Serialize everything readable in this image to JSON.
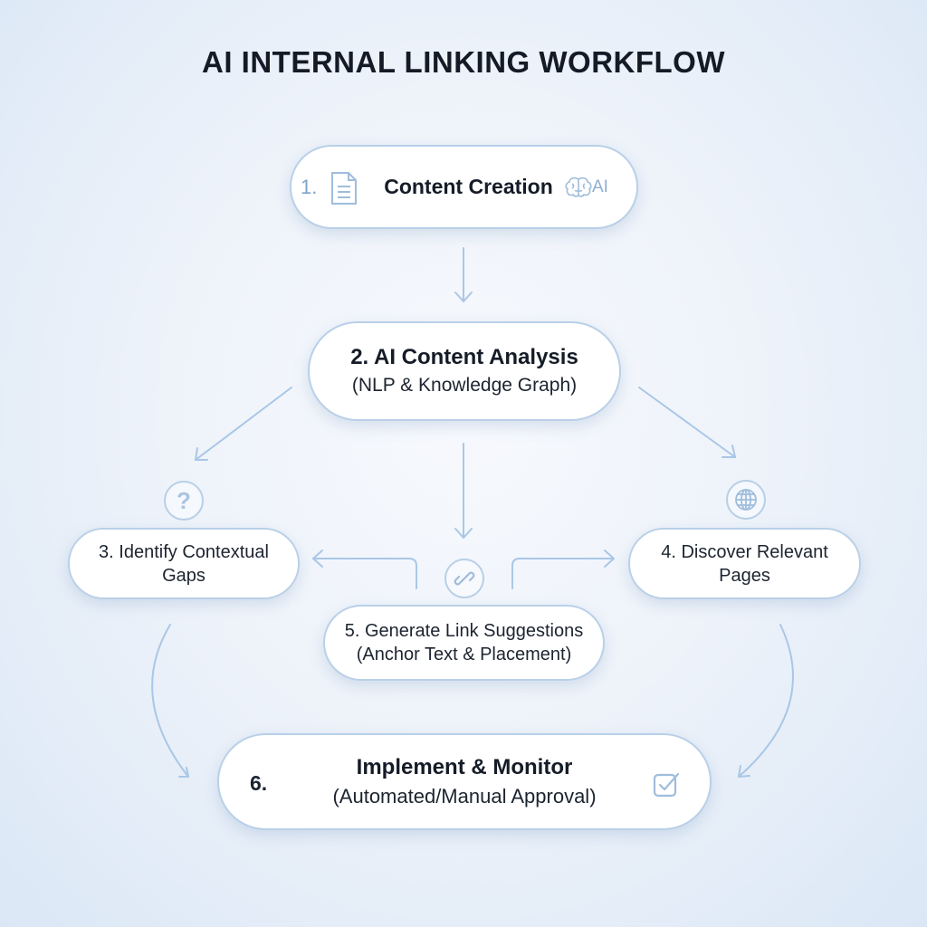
{
  "title": "AI INTERNAL LINKING WORKFLOW",
  "colors": {
    "accent": "#a9c7e6",
    "node_border": "#b9d0e8",
    "text": "#151c27",
    "icon": "#8eaed0"
  },
  "nodes": [
    {
      "number": "1.",
      "label": "Content Creation",
      "badge": "AI",
      "icons": [
        "document-icon",
        "brain-icon"
      ]
    },
    {
      "title": "2. AI Content Analysis",
      "subtitle": "(NLP & Knowledge Graph)"
    },
    {
      "line1": "3. Identify Contextual",
      "line2": "Gaps",
      "icon": "question-icon"
    },
    {
      "line1": "4. Discover Relevant",
      "line2": "Pages",
      "icon": "globe-icon"
    },
    {
      "line1": "5. Generate Link Suggestions",
      "line2": "(Anchor Text & Placement)",
      "icon": "link-icon"
    },
    {
      "number": "6.",
      "title": "Implement & Monitor",
      "subtitle": "(Automated/Manual Approval)",
      "icon": "checkbox-icon"
    }
  ],
  "edges": [
    {
      "from": 1,
      "to": 2
    },
    {
      "from": 2,
      "to": 3
    },
    {
      "from": 2,
      "to": 4
    },
    {
      "from": 2,
      "to": 5
    },
    {
      "from": 5,
      "to": 3
    },
    {
      "from": 5,
      "to": 4
    },
    {
      "from": 3,
      "to": 6
    },
    {
      "from": 4,
      "to": 6
    }
  ]
}
